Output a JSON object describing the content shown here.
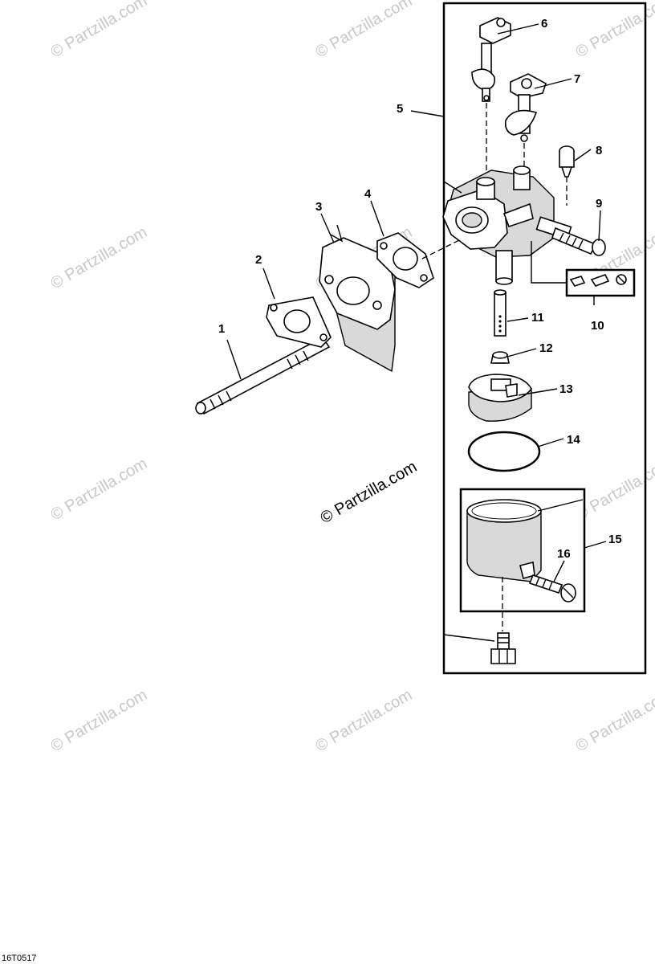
{
  "watermark": {
    "text": "© Partzilla.com"
  },
  "diagram_code": "16T0517",
  "callouts": {
    "c1": "1",
    "c2": "2",
    "c3": "3",
    "c4": "4",
    "c5": "5",
    "c6": "6",
    "c7": "7",
    "c8": "8",
    "c9": "9",
    "c10": "10",
    "c11": "11",
    "c12": "12",
    "c13": "13",
    "c14": "14",
    "c15": "15",
    "c16": "16"
  }
}
